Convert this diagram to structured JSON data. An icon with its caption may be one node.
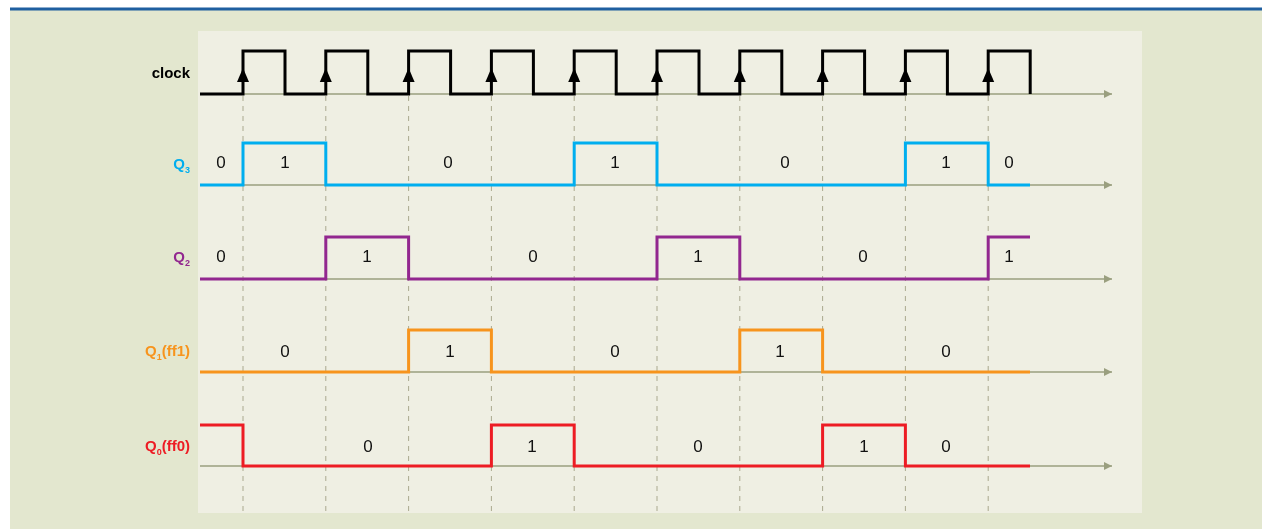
{
  "diagram": {
    "labels": [
      "clock",
      "Q$_{3}$",
      "0",
      "1",
      "0",
      "1",
      "0",
      "1",
      "0",
      "Q$_{2}$",
      "0",
      "1",
      "0",
      "1",
      "0",
      "1",
      "Q$_{1}$(ff1)",
      "0",
      "1",
      "0",
      "1",
      "0",
      "Q$_{0}$(ff0)",
      "0",
      "1",
      "0",
      "1",
      "0"
    ]
  }
}
